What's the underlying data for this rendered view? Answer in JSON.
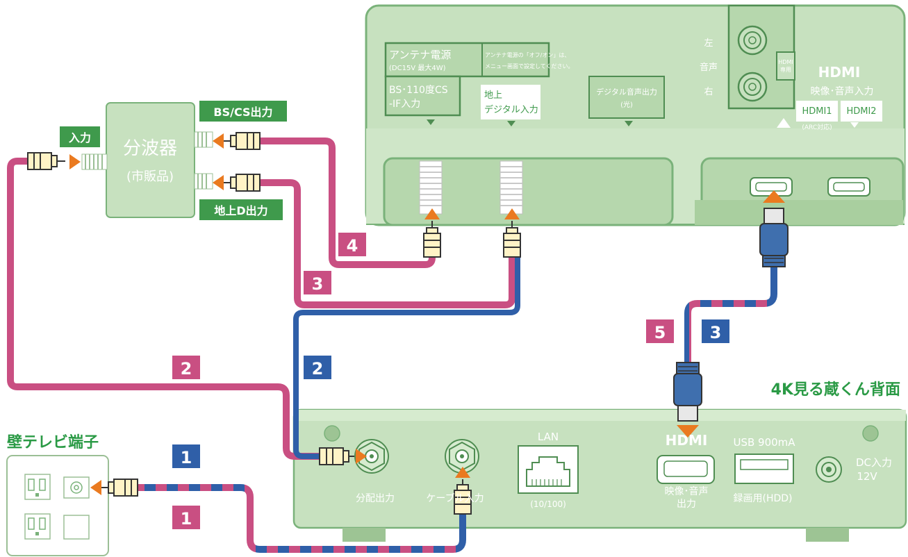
{
  "tv": {
    "antenna_power": "アンテナ電源",
    "antenna_power_spec": "(DC15V 最大4W)",
    "antenna_note_1": "アンテナ電源の「オフ/オン」は、",
    "antenna_note_2": "メニュー画面で設定してください。",
    "bs_input_1": "BS･110度CS",
    "bs_input_2": "-IF入力",
    "terrestrial_1": "地上",
    "terrestrial_2": "デジタル入力",
    "optical_1": "デジタル音声出力",
    "optical_2": "(光)",
    "audio": "音声",
    "left": "左",
    "right": "右",
    "hdmi_only_1": "HDMI",
    "hdmi_only_2": "専用",
    "hdmi_logo": "HDMI",
    "hdmi_input": "映像･音声入力",
    "hdmi1": "HDMI1",
    "arc": "(ARC対応)",
    "hdmi2": "HDMI2"
  },
  "splitter": {
    "name": "分波器",
    "sub": "(市販品)",
    "input": "入力",
    "bs_out": "BS/CS出力",
    "terrestrial_out": "地上D出力"
  },
  "wall": {
    "title": "壁テレビ端子"
  },
  "box": {
    "title": "4K見る蔵くん背面",
    "dist_out": "分配出力",
    "cable_in": "ケーブル入力",
    "lan": "LAN",
    "lan_speed": "(10/100)",
    "hdmi_logo": "HDMI",
    "hdmi_out_1": "映像･音声",
    "hdmi_out_2": "出力",
    "usb": "USB 900mA",
    "usb_label": "録画用(HDD)",
    "dc_1": "DC入力",
    "dc_2": "12V"
  },
  "badges": {
    "pink_1": "1",
    "blue_1": "1",
    "pink_2": "2",
    "blue_2": "2",
    "pink_3": "3",
    "blue_3": "3",
    "pink_4": "4",
    "pink_5": "5"
  },
  "colors": {
    "pink": "#c94f82",
    "blue": "#2f5fa8",
    "green_panel": "#bcd9b4",
    "green_dark": "#3f9a4c",
    "green_text": "#2a9a45",
    "orange": "#ea7a20",
    "panel_stroke": "#7ab27a"
  }
}
